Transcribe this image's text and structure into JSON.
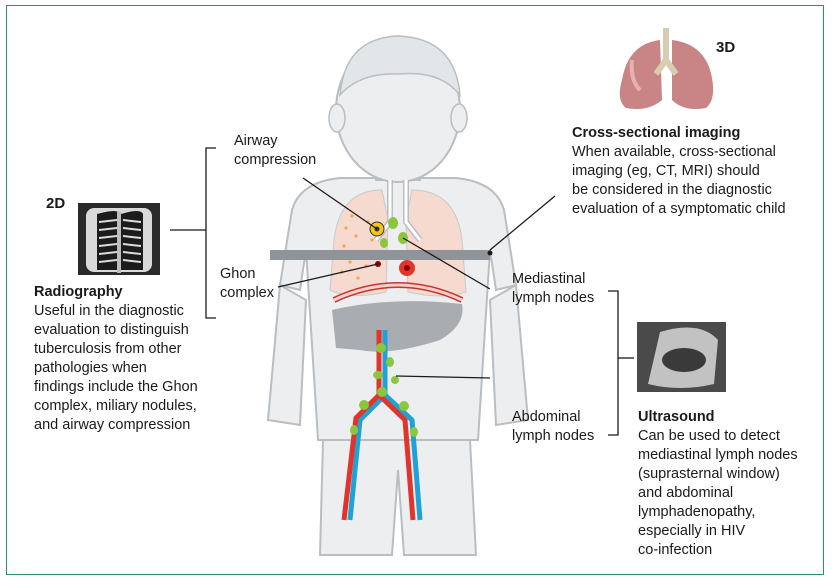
{
  "labels": {
    "airway": "Airway\ncompression",
    "ghon": "Ghon\ncomplex",
    "mediastinal": "Mediastinal\nlymph nodes",
    "abdominal": "Abdominal\nlymph nodes"
  },
  "radiography": {
    "dim": "2D",
    "title": "Radiography",
    "description": "Useful in the diagnostic\nevaluation to distinguish\ntuberculosis from other\npathologies when\nfindings include the Ghon\ncomplex, miliary nodules,\nand airway compression"
  },
  "cross_sectional": {
    "dim": "3D",
    "title": "Cross-sectional imaging",
    "description": "When available, cross-sectional\nimaging (eg, CT, MRI) should\nbe considered in the diagnostic\nevaluation of a symptomatic child"
  },
  "ultrasound": {
    "title": "Ultrasound",
    "description": "Can be used to detect\nmediastinal lymph nodes\n(suprasternal window)\nand abdominal\nlymphadenopathy,\nespecially in HIV\nco-infection"
  },
  "colors": {
    "border": "#2e8b74",
    "body_outline": "#b9bec2",
    "body_fill": "#eceef0",
    "lung": "#f6d9cf",
    "node": "#8cc63f",
    "artery": "#e2342b",
    "vein": "#1fa3d6",
    "liver": "#a9adb1",
    "slice": "#8e9499"
  }
}
